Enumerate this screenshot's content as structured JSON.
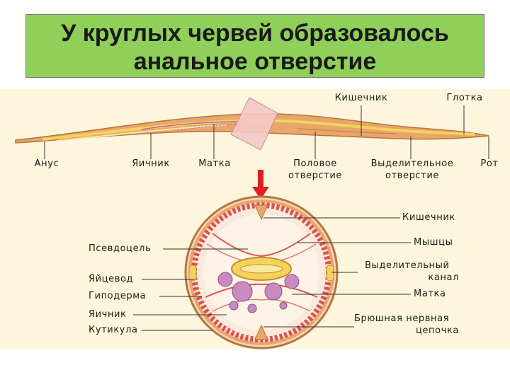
{
  "title": {
    "line1": "У круглых червей образовалось",
    "line2": "анальное отверстие"
  },
  "colors": {
    "title_background": "#8fcf5a",
    "panel_background": "#fdf6dc",
    "body_tan": "#e9a66a",
    "gut_yellow": "#f3d35c",
    "muscle_red": "#d9534f",
    "ovary_purple": "#b36aa8",
    "arrow_red": "#e02020"
  },
  "worm_labels": {
    "intestine": "Кишечник",
    "pharynx": "Глотка",
    "anus": "Анус",
    "ovary": "Яичник",
    "uterus": "Матка",
    "genital_opening_1": "Половое",
    "genital_opening_2": "отверстие",
    "excretory_opening_1": "Выделительное",
    "excretory_opening_2": "отверстие",
    "mouth": "Рот"
  },
  "section_labels": {
    "pseudocoel": "Псевдоцель",
    "oviduct": "Яйцевод",
    "hypodermis": "Гиподерма",
    "ovary": "Яичник",
    "cuticle": "Кутикула",
    "intestine": "Кишечник",
    "muscles": "Мышцы",
    "excretory_canal_1": "Выделительный",
    "excretory_canal_2": "канал",
    "uterus": "Матка",
    "nerve_cord_1": "Брюшная нервная",
    "nerve_cord_2": "цепочка"
  }
}
